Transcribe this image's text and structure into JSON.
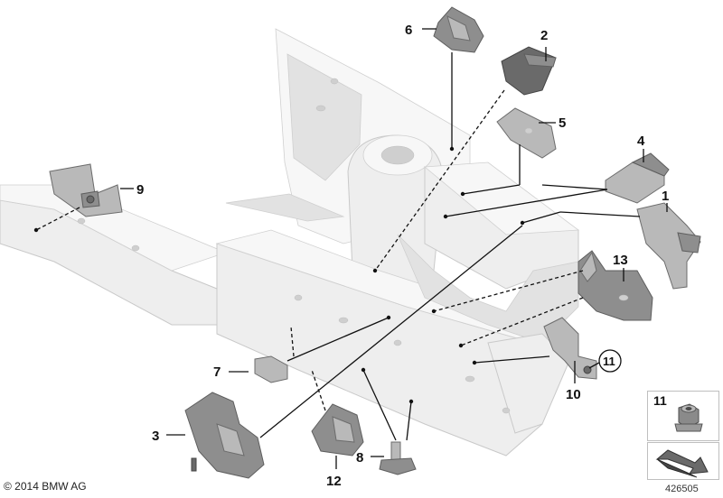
{
  "callouts": {
    "c1": "1",
    "c2": "2",
    "c3": "3",
    "c4": "4",
    "c5": "5",
    "c6": "6",
    "c7": "7",
    "c8": "8",
    "c9": "9",
    "c10": "10",
    "c11": "11",
    "c12": "12",
    "c13": "13"
  },
  "legend": {
    "part_number": "11",
    "part_icon": "hex-nut-icon",
    "direction_icon": "forward-arrow-icon"
  },
  "footer": {
    "copyright": "© 2014 BMW AG",
    "reference": "426505"
  }
}
